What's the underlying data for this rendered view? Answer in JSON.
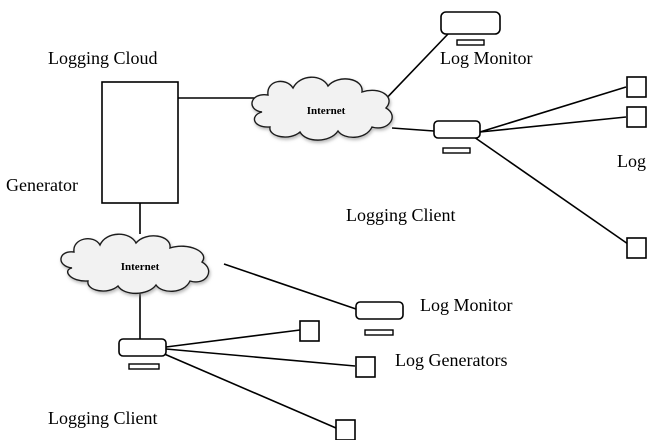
{
  "labels": {
    "logging_cloud": "Logging Cloud",
    "generator": "Generator",
    "log_monitor_top": "Log Monitor",
    "log_right": "Log",
    "logging_client_top": "Logging Client",
    "log_monitor_bottom": "Log Monitor",
    "log_generators": "Log Generators",
    "logging_client_bottom": "Logging Client"
  },
  "clouds": {
    "top_internet": "Internet",
    "bottom_internet": "Internet"
  },
  "colors": {
    "stroke": "#000000",
    "cloud_fill": "#f2f2f2",
    "background": "#ffffff"
  }
}
